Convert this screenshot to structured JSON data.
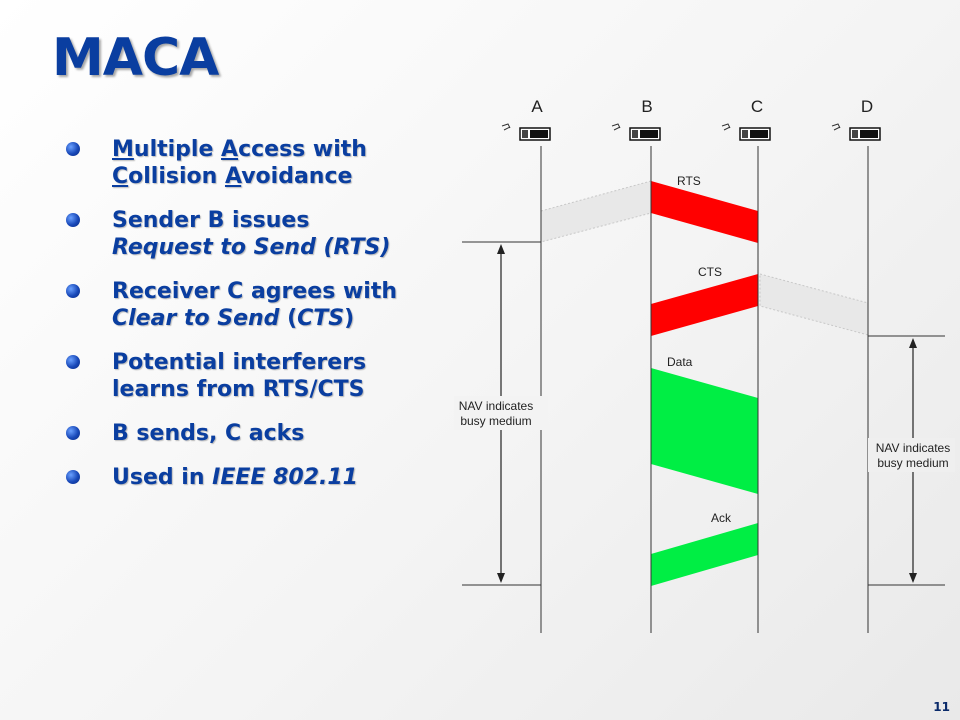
{
  "slide": {
    "title": "MACA",
    "number": "11"
  },
  "bullets": {
    "b1": {
      "u1": "M",
      "t1": "ultiple ",
      "u2": "A",
      "t2": "ccess with",
      "u3": "C",
      "t3": "ollision ",
      "u4": "A",
      "t4": "voidance"
    },
    "b2": {
      "t1": "Sender B issues",
      "i1": "Request to Send (RTS)"
    },
    "b3": {
      "t1": "Receiver C agrees with",
      "i1": "Clear to Send",
      "t2": " (",
      "i2": "CTS",
      "t3": ")"
    },
    "b4": {
      "t1": "Potential interferers learns from RTS/CTS"
    },
    "b5": {
      "t1": "B sends, C acks"
    },
    "b6": {
      "t1": "Used in ",
      "i1": "IEEE 802.11"
    }
  },
  "diagram": {
    "stations": [
      "A",
      "B",
      "C",
      "D"
    ],
    "messages": {
      "rts": "RTS",
      "cts": "CTS",
      "data": "Data",
      "ack": "Ack"
    },
    "nav_left": {
      "line1": "NAV indicates",
      "line2": "busy medium"
    },
    "nav_right": {
      "line1": "NAV indicates",
      "line2": "busy medium"
    },
    "colors": {
      "control": "#ff0000",
      "data": "#00ee44",
      "overheard": "#e8e8e8"
    }
  }
}
